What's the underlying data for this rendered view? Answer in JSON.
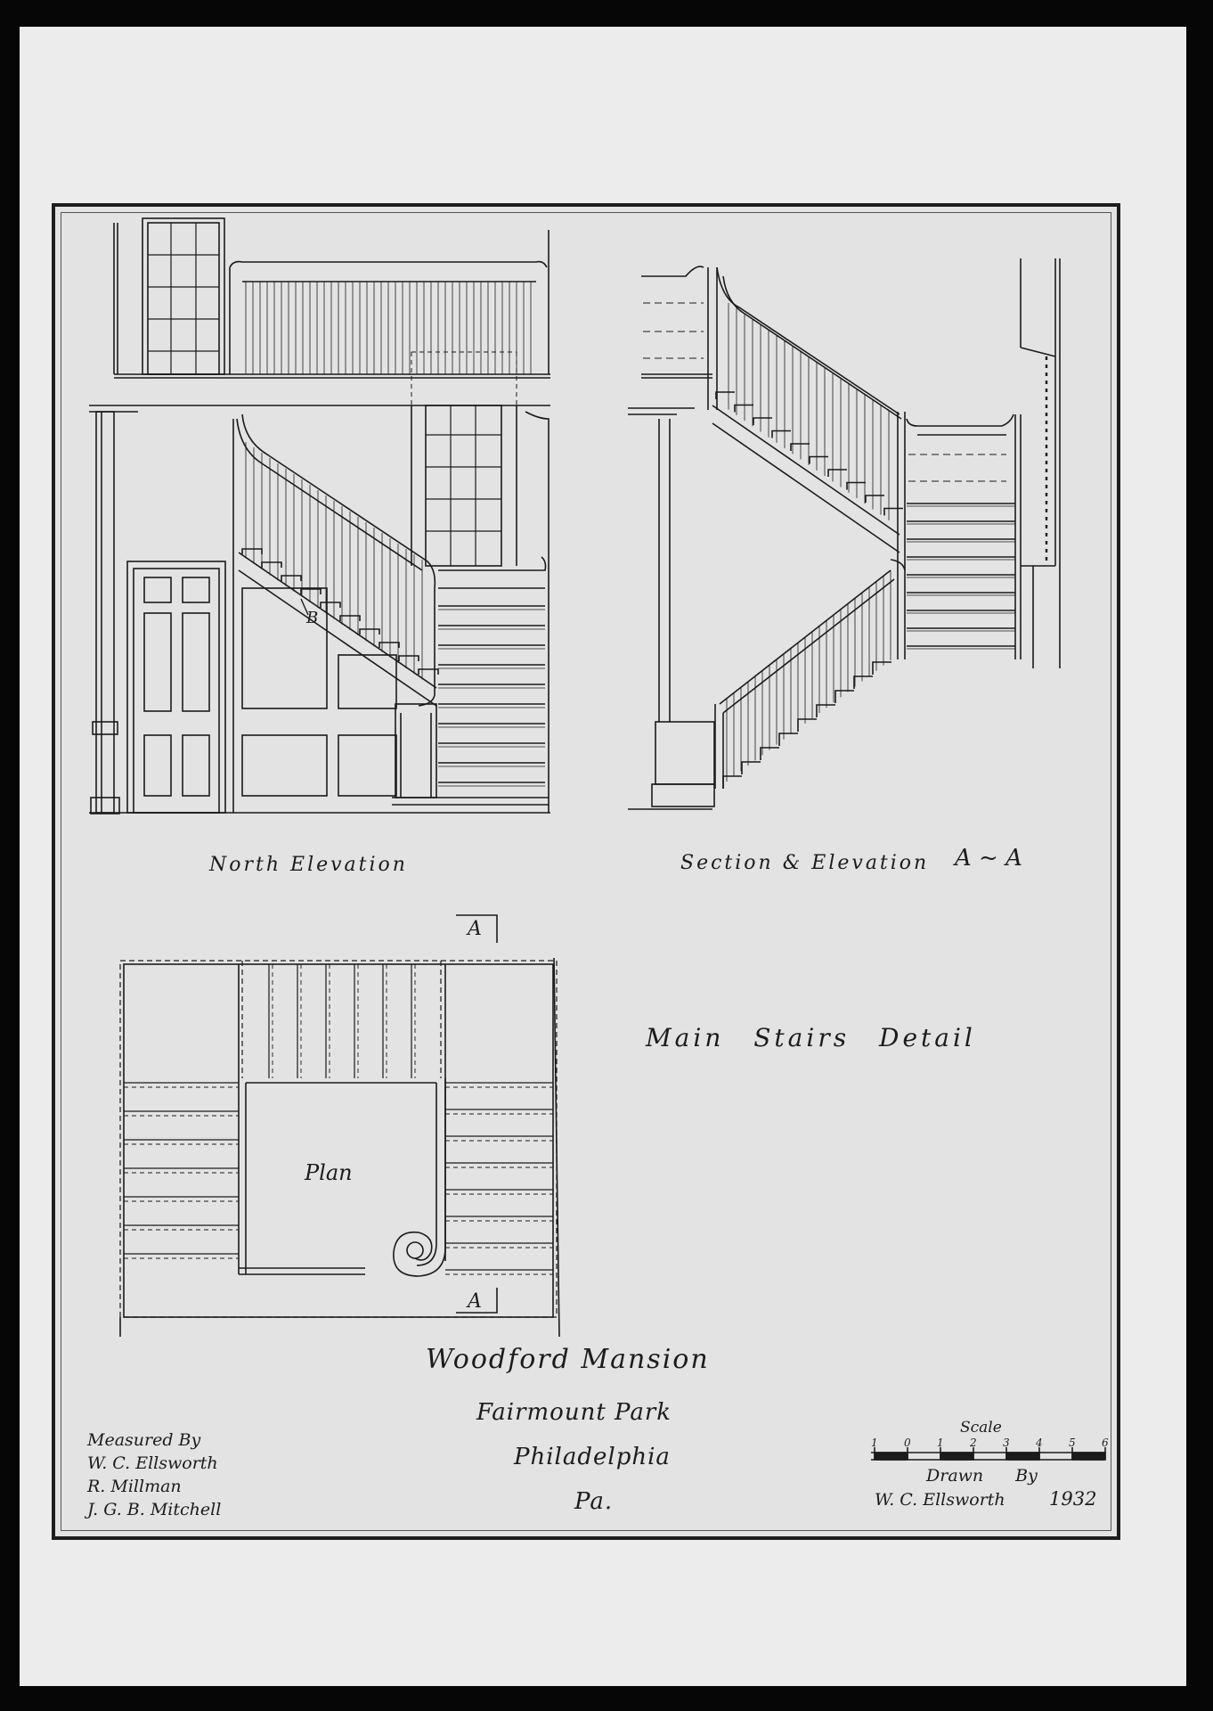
{
  "views": {
    "north_elevation": "North Elevation",
    "section_elevation": "Section & Elevation",
    "section_mark": "A ~ A",
    "plan": "Plan",
    "cut_mark": "A",
    "tread_mark": "B"
  },
  "sheet_title": "Main Stairs Detail",
  "building": {
    "name": "Woodford Mansion",
    "park": "Fairmount Park",
    "city": "Philadelphia",
    "state": "Pa."
  },
  "credits": {
    "measured_by_label": "Measured By",
    "measurers": [
      "W. C. Ellsworth",
      "R. Millman",
      "J. G. B. Mitchell"
    ],
    "drawn_by_label": "Drawn By",
    "drawer": "W. C. Ellsworth",
    "year": "1932"
  },
  "scale": {
    "label": "Scale",
    "ticks": [
      "1",
      "0",
      "1",
      "2",
      "3",
      "4",
      "5",
      "6"
    ]
  }
}
